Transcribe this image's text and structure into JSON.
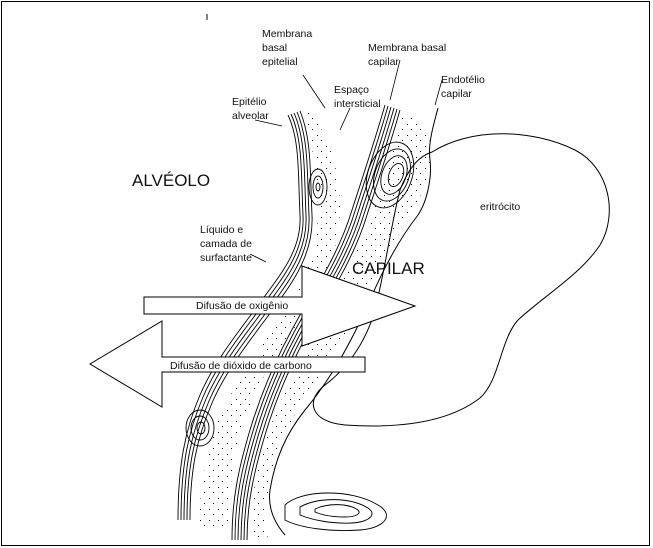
{
  "labels": {
    "membrana_basal_epitelial": [
      "Membrana",
      "basal",
      "epitelial"
    ],
    "membrana_basal_capilar": [
      "Membrana basal",
      "capilar"
    ],
    "espaco_intersticial": [
      "Espaço",
      "intersticial"
    ],
    "endotelio_capilar": [
      "Endotélio",
      "capilar"
    ],
    "epitelio_alveolar": [
      "Epitélio",
      "alveolar"
    ],
    "alveolo": "ALVÉOLO",
    "eritrocito": "eritrócito",
    "liquido_surfactante": [
      "Líquido e",
      "camada de",
      "surfactante"
    ],
    "capilar": "CAPILAR"
  },
  "arrows": {
    "oxigenio": "Difusão de oxigênio",
    "dioxido_carbono": "Difusão de dióxido de carbono"
  },
  "colors": {
    "ink": "#000000",
    "background": "#ffffff"
  }
}
